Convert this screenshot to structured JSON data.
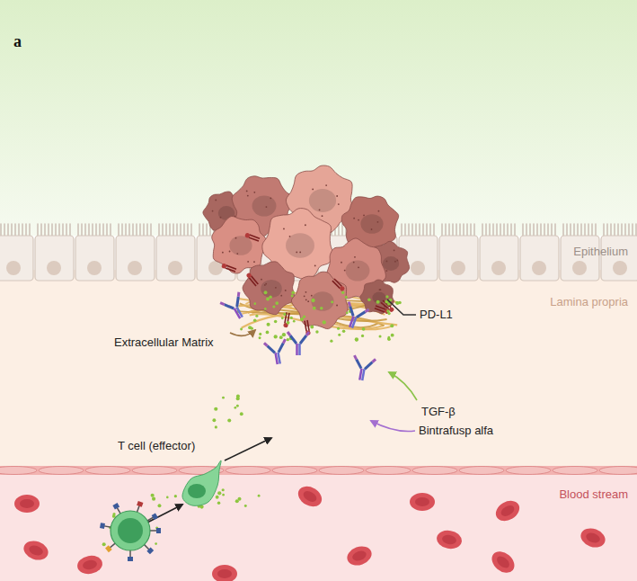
{
  "diagram": {
    "nodes": [
      {
        "text": [
          "Epithelium"
        ]
      },
      {
        "text": [
          "Lamina propria"
        ]
      },
      {
        "text": [
          "Blood stream"
        ]
      }
    ],
    "labels": [
      "a",
      "PD-L1",
      "Extracellular Matrix",
      "TGF-β",
      "Bintrafusp alfa",
      "T cell (effector)"
    ]
  }
}
